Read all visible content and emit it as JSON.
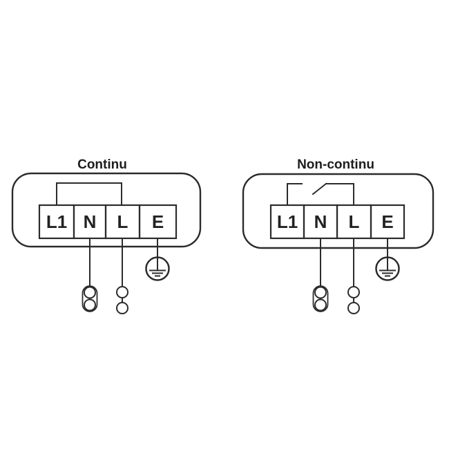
{
  "page": {
    "background_color": "#ffffff",
    "line_color": "#2b2b2b",
    "text_color": "#1d1d1d"
  },
  "diagrams": [
    {
      "id": "continu",
      "title": "Continu",
      "link_type": "closed jumper between L1 and L",
      "terminals": [
        "L1",
        "N",
        "L",
        "E"
      ],
      "icons": [
        "earth-ground-icon",
        "double-circle-connector-icon",
        "two-circle-connector-icon"
      ]
    },
    {
      "id": "non-continu",
      "title": "Non-continu",
      "link_type": "open switch between L1 and L",
      "terminals": [
        "L1",
        "N",
        "L",
        "E"
      ],
      "icons": [
        "earth-ground-icon",
        "double-circle-connector-icon",
        "two-circle-connector-icon"
      ]
    }
  ]
}
